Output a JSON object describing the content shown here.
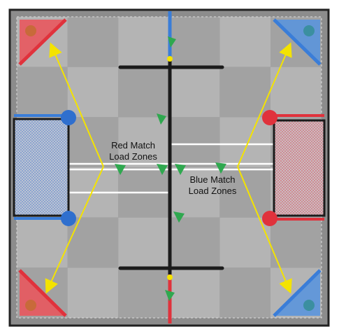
{
  "labels": {
    "red_line1": "Red Match",
    "red_line2": "Load Zones",
    "blue_line1": "Blue Match",
    "blue_line2": "Load Zones"
  },
  "colors": {
    "field_outer": "#8c8c8c",
    "tile_light": "#b4b4b4",
    "tile_dark": "#a2a2a2",
    "frame": "#2a2a2a",
    "red": "#e0323c",
    "red_zone": "#e8585e",
    "blue": "#3a7dd8",
    "blue_zone": "#5b95dc",
    "arrow": "#f4e300",
    "ball": "#2fa84f",
    "barrier": "#1b1b1b",
    "white_line": "#ffffff"
  },
  "icons": {
    "corner_triangles": "triangle-zone-icon",
    "arrows": "arrow-icon",
    "game_objects": "triball-icon"
  }
}
